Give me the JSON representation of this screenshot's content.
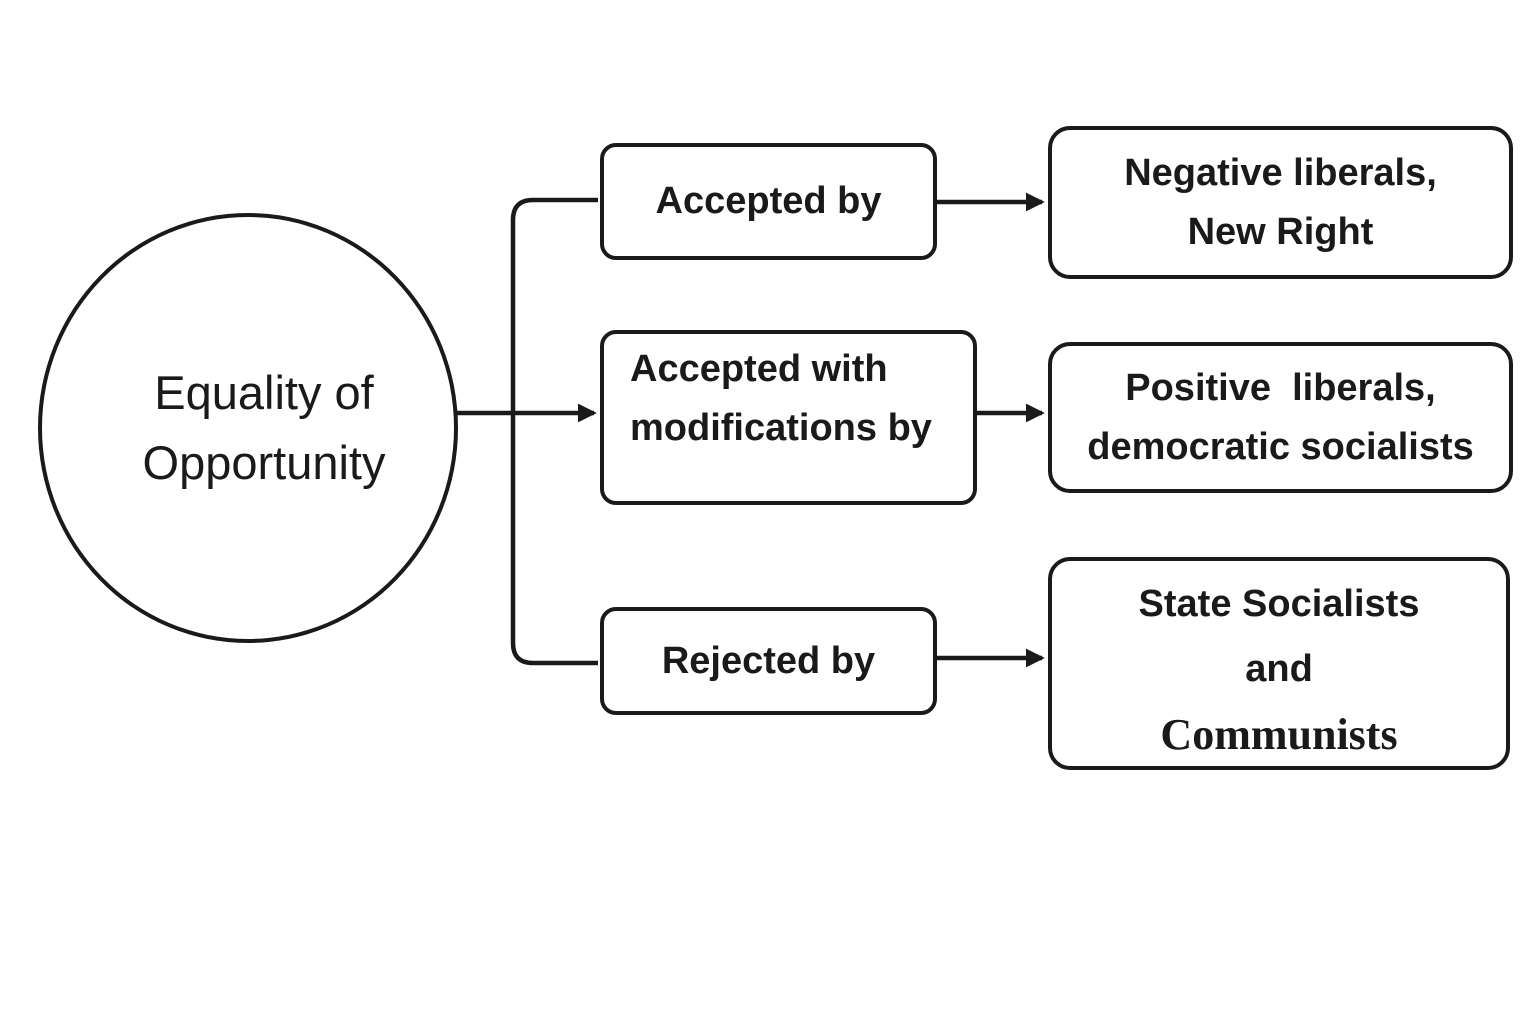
{
  "colors": {
    "stroke": "#1a1a1a",
    "text": "#1a1a1a",
    "background": "#ffffff"
  },
  "root_node": {
    "label": "Equality of\nOpportunity"
  },
  "branches": [
    {
      "condition_label": "Accepted by",
      "result_label": "Negative liberals,\nNew Right"
    },
    {
      "condition_label": "Accepted with\nmodifications by",
      "result_label": "Positive  liberals,\ndemocratic socialists"
    },
    {
      "condition_label": "Rejected by",
      "result_lines": {
        "line1": "State Socialists",
        "line2": "and",
        "line3": "Communists"
      }
    }
  ]
}
